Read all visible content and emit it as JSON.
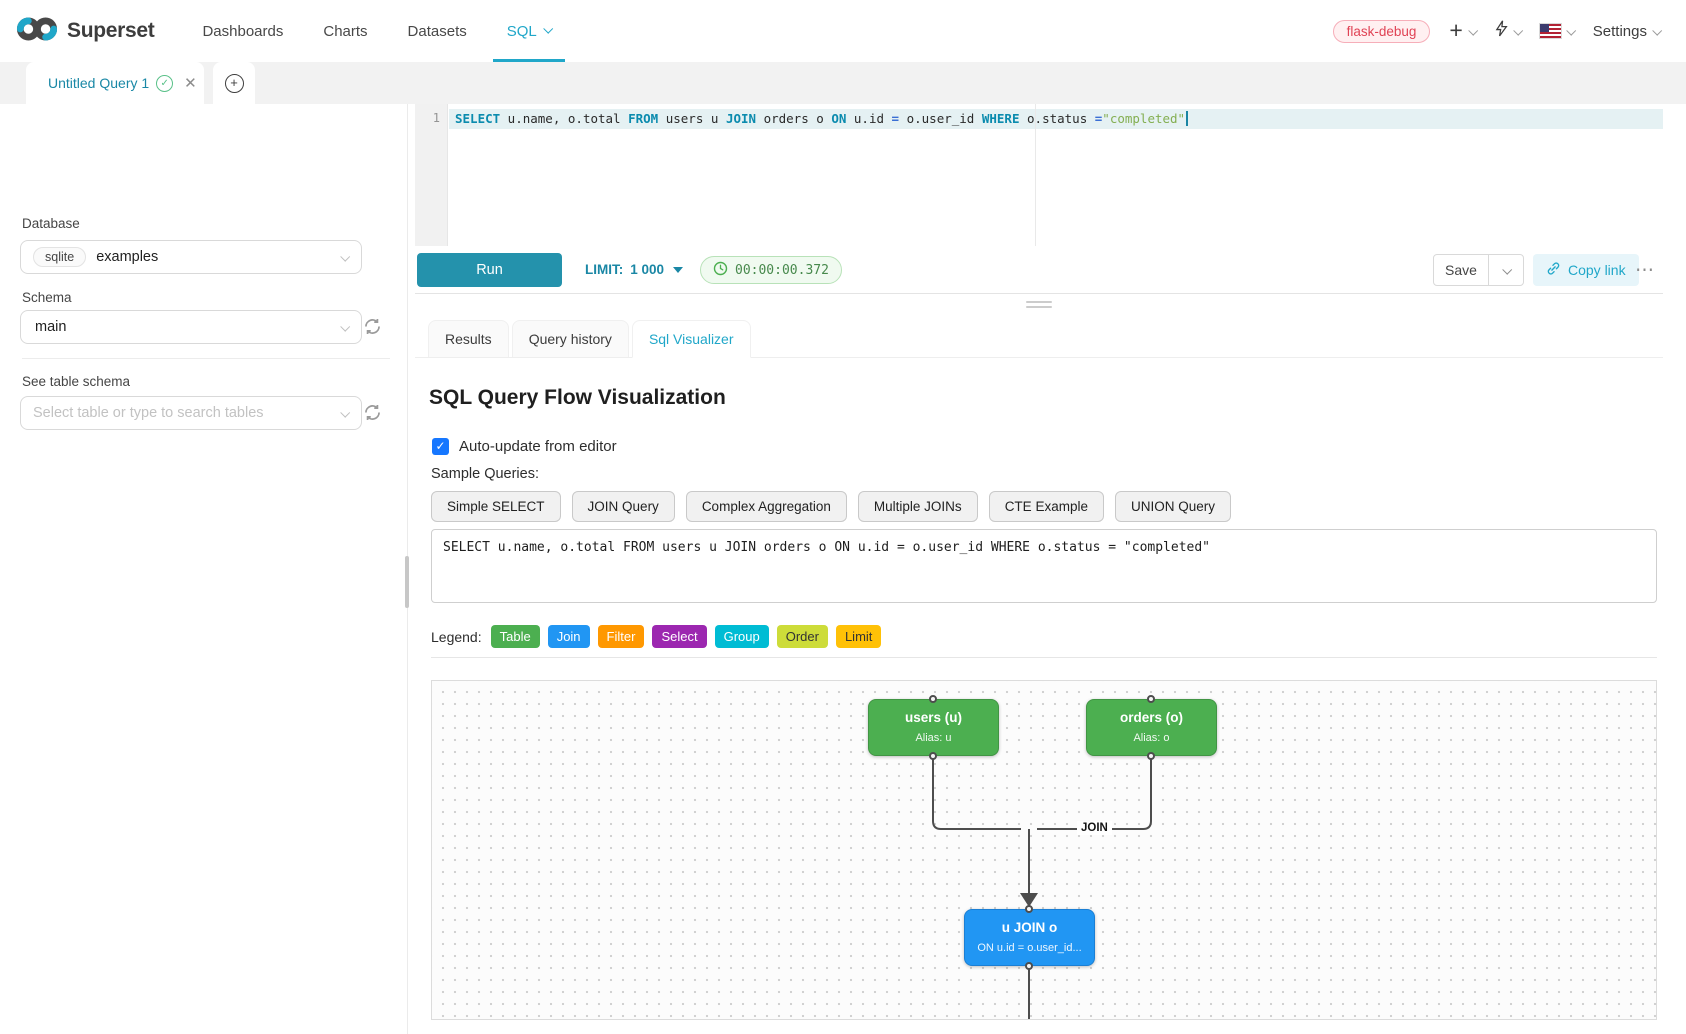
{
  "navbar": {
    "brand": "Superset",
    "items": [
      {
        "label": "Dashboards",
        "active": false,
        "caret": false
      },
      {
        "label": "Charts",
        "active": false,
        "caret": false
      },
      {
        "label": "Datasets",
        "active": false,
        "caret": false
      },
      {
        "label": "SQL",
        "active": true,
        "caret": true
      }
    ],
    "env_badge": "flask-debug",
    "settings_label": "Settings",
    "colors": {
      "accent": "#20a7c9",
      "badge_text": "#e04355"
    }
  },
  "tabbar": {
    "active_tab": "Untitled Query 1"
  },
  "sidebar": {
    "database_label": "Database",
    "database_engine": "sqlite",
    "database_name": "examples",
    "schema_label": "Schema",
    "schema_value": "main",
    "table_label": "See table schema",
    "table_placeholder": "Select table or type to search tables"
  },
  "editor": {
    "line_number": "1",
    "tokens": [
      {
        "t": "kw",
        "v": "SELECT"
      },
      {
        "t": "txt",
        "v": " u.name, o.total "
      },
      {
        "t": "kw",
        "v": "FROM"
      },
      {
        "t": "txt",
        "v": " users u "
      },
      {
        "t": "kw",
        "v": "JOIN"
      },
      {
        "t": "txt",
        "v": " orders o "
      },
      {
        "t": "kw",
        "v": "ON"
      },
      {
        "t": "txt",
        "v": " u.id "
      },
      {
        "t": "op",
        "v": "="
      },
      {
        "t": "txt",
        "v": " o.user_id "
      },
      {
        "t": "kw",
        "v": "WHERE"
      },
      {
        "t": "txt",
        "v": " o.status "
      },
      {
        "t": "op",
        "v": "="
      },
      {
        "t": "str",
        "v": "\"completed\""
      }
    ]
  },
  "toolbar": {
    "run_label": "Run",
    "limit_label": "LIMIT:",
    "limit_value": "1 000",
    "timer": "00:00:00.372",
    "save_label": "Save",
    "copy_link_label": "Copy link",
    "more_label": "⋯"
  },
  "result_tabs": [
    {
      "label": "Results",
      "active": false
    },
    {
      "label": "Query history",
      "active": false
    },
    {
      "label": "Sql Visualizer",
      "active": true
    }
  ],
  "viz": {
    "title": "SQL Query Flow Visualization",
    "auto_update_label": "Auto-update from editor",
    "auto_update_checked": true,
    "samples_label": "Sample Queries:",
    "samples": [
      "Simple SELECT",
      "JOIN Query",
      "Complex Aggregation",
      "Multiple JOINs",
      "CTE Example",
      "UNION Query"
    ],
    "sql_text": "SELECT u.name, o.total FROM users u JOIN orders o ON u.id = o.user_id WHERE o.status = \"completed\"",
    "legend_label": "Legend:",
    "legend": [
      {
        "label": "Table",
        "bg": "#4CAF50",
        "fg": "#ffffff"
      },
      {
        "label": "Join",
        "bg": "#2196F3",
        "fg": "#ffffff"
      },
      {
        "label": "Filter",
        "bg": "#FF9800",
        "fg": "#ffffff"
      },
      {
        "label": "Select",
        "bg": "#9C27B0",
        "fg": "#ffffff"
      },
      {
        "label": "Group",
        "bg": "#00BCD4",
        "fg": "#ffffff"
      },
      {
        "label": "Order",
        "bg": "#CDDC39",
        "fg": "#333333"
      },
      {
        "label": "Limit",
        "bg": "#FFC107",
        "fg": "#333333"
      }
    ],
    "flow": {
      "edge_label": "JOIN",
      "nodes": {
        "users": {
          "title": "users (u)",
          "subtitle": "Alias: u",
          "color": "#4CAF50"
        },
        "orders": {
          "title": "orders (o)",
          "subtitle": "Alias: o",
          "color": "#4CAF50"
        },
        "join": {
          "title": "u JOIN o",
          "subtitle": "ON u.id = o.user_id...",
          "color": "#2196F3"
        }
      }
    }
  }
}
